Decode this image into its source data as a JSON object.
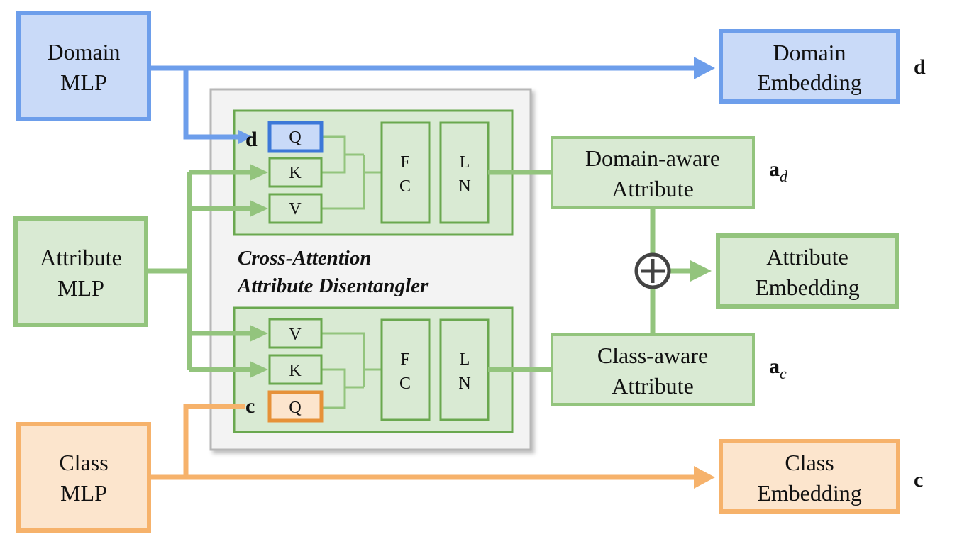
{
  "nodes": {
    "domain_mlp": [
      "Domain",
      "MLP"
    ],
    "attribute_mlp": [
      "Attribute",
      "MLP"
    ],
    "class_mlp": [
      "Class",
      "MLP"
    ],
    "domain_embedding": [
      "Domain",
      "Embedding"
    ],
    "attribute_embedding": [
      "Attribute",
      "Embedding"
    ],
    "class_embedding": [
      "Class",
      "Embedding"
    ],
    "domain_aware_attribute": [
      "Domain-aware",
      "Attribute"
    ],
    "class_aware_attribute": [
      "Class-aware",
      "Attribute"
    ]
  },
  "disentangler": {
    "title_line1": "Cross-Attention",
    "title_line2": "Attribute Disentangler",
    "top_block": {
      "q": "Q",
      "k": "K",
      "v": "V",
      "fc": [
        "F",
        "C"
      ],
      "ln": [
        "L",
        "N"
      ]
    },
    "bottom_block": {
      "v": "V",
      "k": "K",
      "q": "Q",
      "fc": [
        "F",
        "C"
      ],
      "ln": [
        "L",
        "N"
      ]
    }
  },
  "symbols": {
    "d": "d",
    "c": "c",
    "a": "a",
    "a_sub_d": "d",
    "a_sub_c": "c",
    "plus": "+"
  },
  "colors": {
    "blue_fill": "#c9daf8",
    "blue_stroke": "#6d9eeb",
    "blue_dark": "#3c78d8",
    "green_fill": "#d9ead3",
    "green_stroke": "#93c47d",
    "green_dark": "#6aa84f",
    "orange_fill": "#fce5cd",
    "orange_stroke": "#f6b26b",
    "orange_dark": "#e69138",
    "gray_fill": "#f3f3f3",
    "gray_stroke": "#b7b7b7"
  }
}
